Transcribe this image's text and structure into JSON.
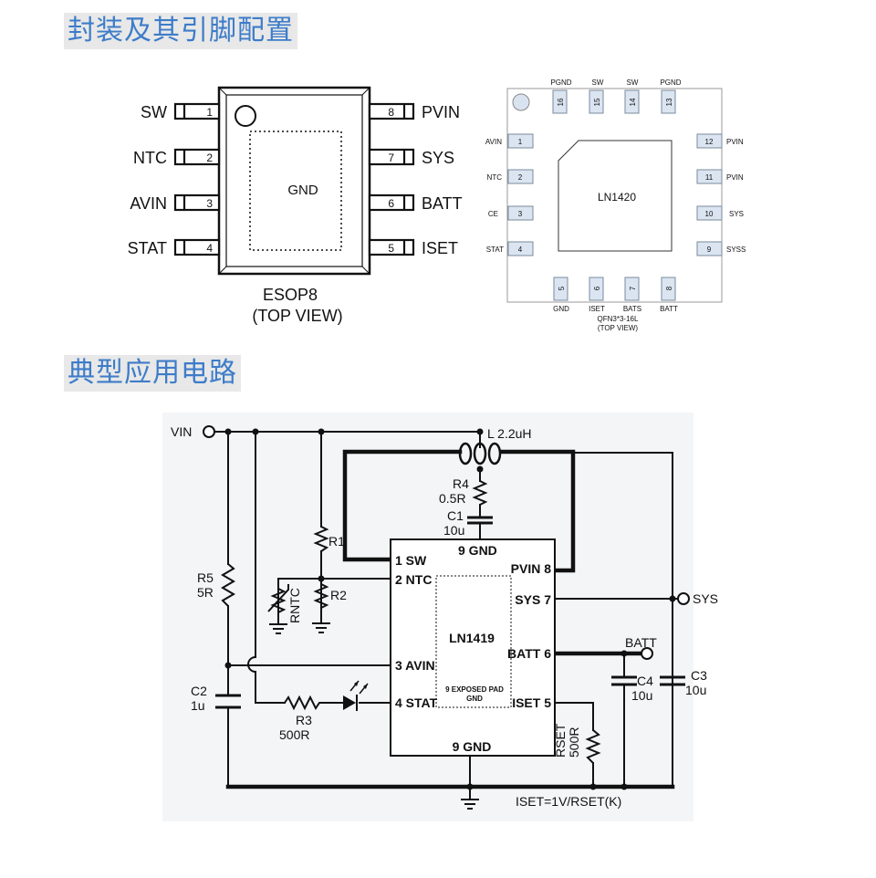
{
  "sections": {
    "package_title": "封装及其引脚配置",
    "circuit_title": "典型应用电路"
  },
  "esop8": {
    "left_pins": [
      {
        "num": "1",
        "name": "SW"
      },
      {
        "num": "2",
        "name": "NTC"
      },
      {
        "num": "3",
        "name": "AVIN"
      },
      {
        "num": "4",
        "name": "STAT"
      }
    ],
    "right_pins": [
      {
        "num": "8",
        "name": "PVIN"
      },
      {
        "num": "7",
        "name": "SYS"
      },
      {
        "num": "6",
        "name": "BATT"
      },
      {
        "num": "5",
        "name": "ISET"
      }
    ],
    "pad_label": "GND",
    "caption_line1": "ESOP8",
    "caption_line2": "(TOP VIEW)"
  },
  "qfn": {
    "top_pins": [
      {
        "num": "16",
        "name": "PGND"
      },
      {
        "num": "15",
        "name": "SW"
      },
      {
        "num": "14",
        "name": "SW"
      },
      {
        "num": "13",
        "name": "PGND"
      }
    ],
    "left_pins": [
      {
        "num": "1",
        "name": "AVIN"
      },
      {
        "num": "2",
        "name": "NTC"
      },
      {
        "num": "3",
        "name": "CE"
      },
      {
        "num": "4",
        "name": "STAT"
      }
    ],
    "right_pins": [
      {
        "num": "12",
        "name": "PVIN"
      },
      {
        "num": "11",
        "name": "PVIN"
      },
      {
        "num": "10",
        "name": "SYS"
      },
      {
        "num": "9",
        "name": "SYSS"
      }
    ],
    "bottom_pins": [
      {
        "num": "5",
        "name": "GND"
      },
      {
        "num": "6",
        "name": "ISET"
      },
      {
        "num": "7",
        "name": "BATS"
      },
      {
        "num": "8",
        "name": "BATT"
      }
    ],
    "chip_label": "LN1420",
    "caption_line1": "QFN3*3-16L",
    "caption_line2": "(TOP VIEW)"
  },
  "circuit": {
    "vin": "VIN",
    "sys": "SYS",
    "batt": "BATT",
    "inductor": "L 2.2uH",
    "r4_name": "R4",
    "r4_value": "0.5R",
    "c1_name": "C1",
    "c1_value": "10u",
    "r1": "R1",
    "r2": "R2",
    "rntc": "RNTC",
    "r5_name": "R5",
    "r5_value": "5R",
    "c2_name": "C2",
    "c2_value": "1u",
    "r3_name": "R3",
    "r3_value": "500R",
    "c4_name": "C4",
    "c4_value": "10u",
    "c3_name": "C3",
    "c3_value": "10u",
    "rset_name": "RSET",
    "rset_value": "500R",
    "formula": "ISET=1V/RSET(K)",
    "chip": {
      "name": "LN1419",
      "pin_sw": "1 SW",
      "pin_ntc": "2 NTC",
      "pin_avin": "3 AVIN",
      "pin_stat": "4 STAT",
      "pin_pvin": "PVIN 8",
      "pin_sys": "SYS 7",
      "pin_batt": "BATT 6",
      "pin_iset": "ISET 5",
      "gnd_top": "9 GND",
      "gnd_bottom": "9 GND",
      "pad_line1": "9 EXPOSED PAD",
      "pad_line2": "GND"
    }
  }
}
